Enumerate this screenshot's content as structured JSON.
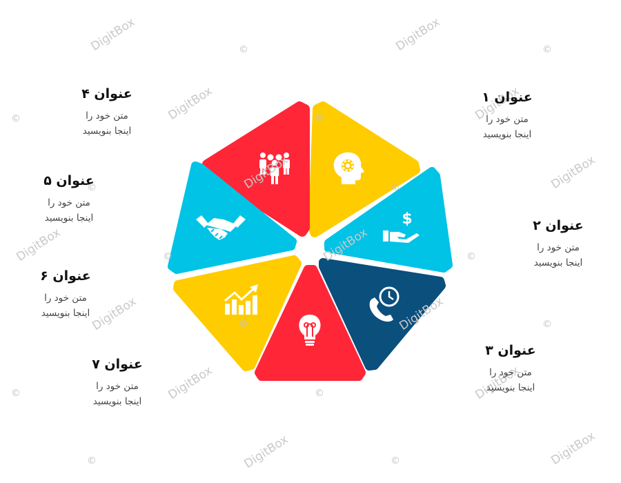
{
  "items": [
    {
      "title": "عنوان ۱",
      "line1": "متن خود را",
      "line2": "اینجا بنویسید",
      "color": "#FFCC00",
      "icon": "head-gear-icon"
    },
    {
      "title": "عنوان ۲",
      "line1": "متن خود را",
      "line2": "اینجا بنویسید",
      "color": "#00C3E6",
      "icon": "hand-dollar-icon"
    },
    {
      "title": "عنوان ۳",
      "line1": "متن خود را",
      "line2": "اینجا بنویسید",
      "color": "#0B4F7C",
      "icon": "phone-clock-icon"
    },
    {
      "title": "عنوان ۴",
      "line1": "متن خود را",
      "line2": "اینجا بنویسید",
      "color": "#FF2638",
      "icon": "team-icon"
    },
    {
      "title": "عنوان ۵",
      "line1": "متن خود را",
      "line2": "اینجا بنویسید",
      "color": "#00C3E6",
      "icon": "handshake-icon"
    },
    {
      "title": "عنوان ۶",
      "line1": "متن خود را",
      "line2": "اینجا بنویسید",
      "color": "#FFCC00",
      "icon": "growth-chart-icon"
    },
    {
      "title": "عنوان ۷",
      "line1": "متن خود را",
      "line2": "اینجا بنویسید",
      "color": "#FF2638",
      "icon": "lightbulb-icon"
    }
  ],
  "watermark": {
    "brand": "DigitBox",
    "symbol": "©"
  }
}
